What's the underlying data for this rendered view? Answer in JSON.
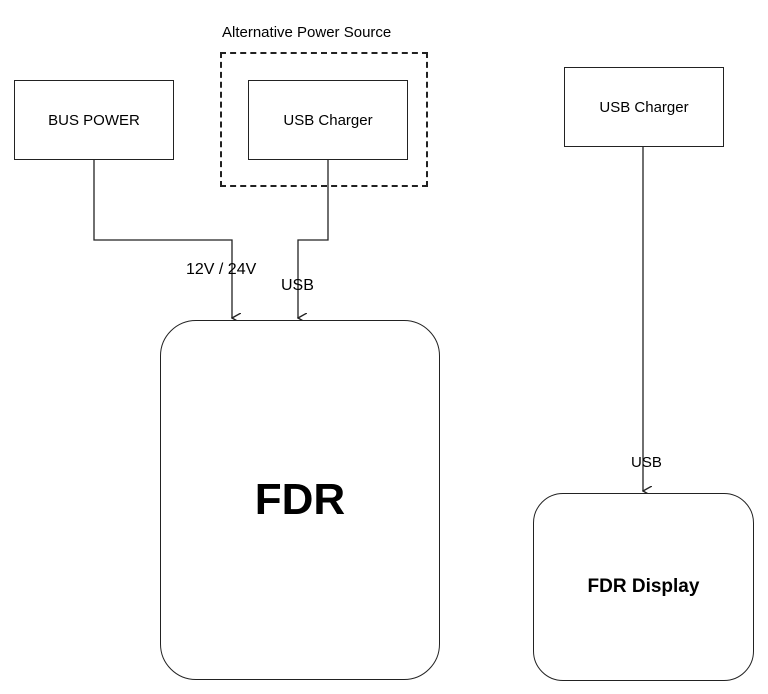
{
  "diagram": {
    "group_title": "Alternative Power Source",
    "nodes": {
      "bus_power": "BUS POWER",
      "usb_charger_alt": "USB Charger",
      "usb_charger_display": "USB Charger",
      "fdr": "FDR",
      "fdr_display": "FDR Display"
    },
    "edges": {
      "bus_to_fdr": "12V / 24V",
      "usb_to_fdr": "USB",
      "usb_to_display": "USB"
    }
  }
}
